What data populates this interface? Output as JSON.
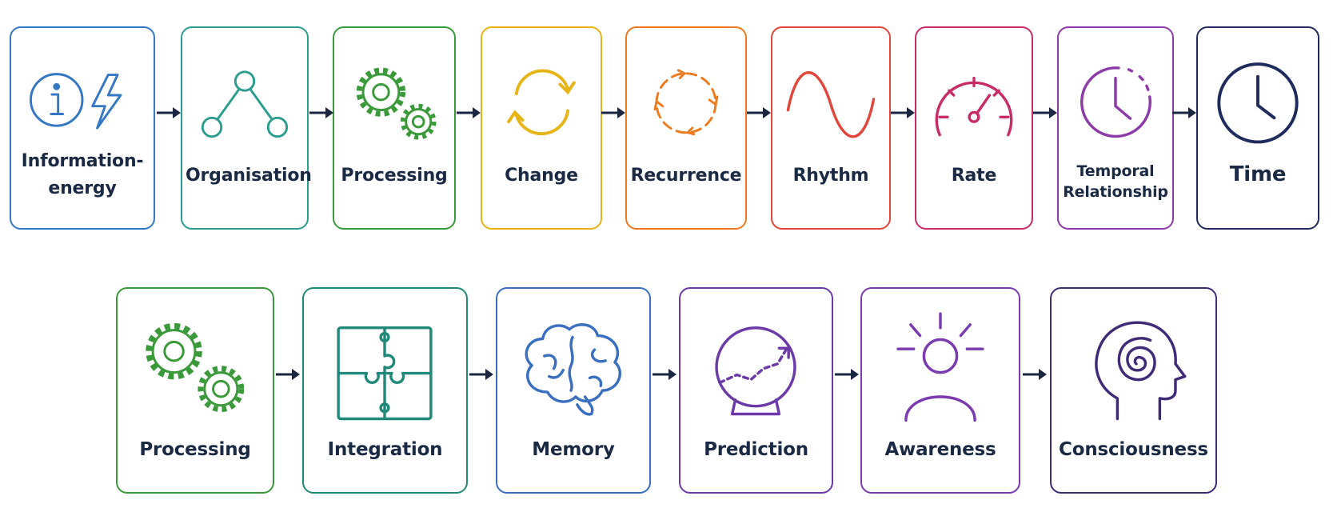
{
  "row1": [
    {
      "label": "Information-\nenergy",
      "color": "#3478c4",
      "icon": "info-and-lightning-icon"
    },
    {
      "label": "Organisation",
      "color": "#2a9d8f",
      "icon": "network-nodes-icon"
    },
    {
      "label": "Processing",
      "color": "#3a9a3a",
      "icon": "gears-icon"
    },
    {
      "label": "Change",
      "color": "#e6b417",
      "icon": "cycle-arrows-icon"
    },
    {
      "label": "Recurrence",
      "color": "#ee7a1f",
      "icon": "dashed-cycle-icon"
    },
    {
      "label": "Rhythm",
      "color": "#e2463a",
      "icon": "sine-wave-icon"
    },
    {
      "label": "Rate",
      "color": "#c72c66",
      "icon": "speedometer-icon"
    },
    {
      "label": "Temporal\nRelationship",
      "color": "#8b3aa8",
      "icon": "dashed-clock-icon"
    },
    {
      "label": "Time",
      "color": "#1e2b5c",
      "icon": "clock-icon"
    }
  ],
  "row2": [
    {
      "label": "Processing",
      "color": "#3a9a3a",
      "icon": "gears-icon"
    },
    {
      "label": "Integration",
      "color": "#21897a",
      "icon": "puzzle-icon"
    },
    {
      "label": "Memory",
      "color": "#3a6fc0",
      "icon": "brain-icon"
    },
    {
      "label": "Prediction",
      "color": "#6b3aa8",
      "icon": "crystal-ball-icon"
    },
    {
      "label": "Awareness",
      "color": "#7a3ab0",
      "icon": "radiating-person-icon"
    },
    {
      "label": "Consciousness",
      "color": "#3f2a78",
      "icon": "spiral-head-icon"
    }
  ],
  "arrow_color": "#1b2640"
}
